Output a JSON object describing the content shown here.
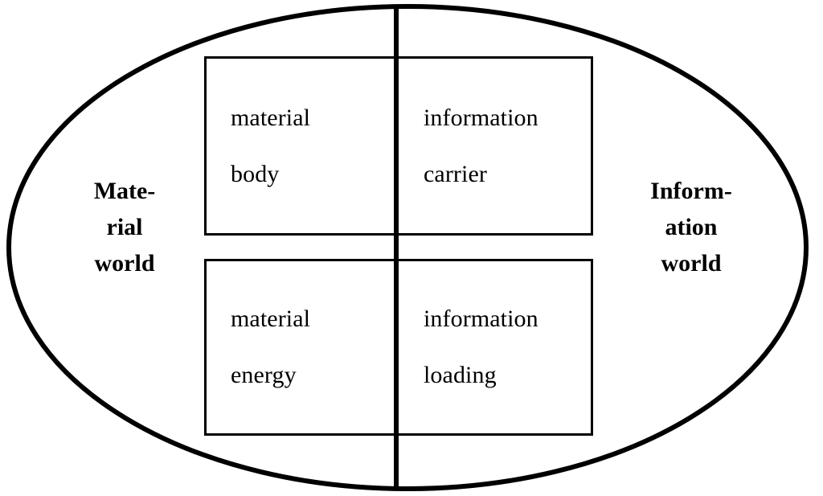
{
  "diagram": {
    "title": "Material world and Information world quadrant diagram",
    "shape": "ellipse",
    "stroke_color": "#000000",
    "background_color": "#ffffff"
  },
  "outer_labels": {
    "left": {
      "name": "Material world",
      "lines": [
        "Mate-",
        "rial",
        "world"
      ]
    },
    "right": {
      "name": "Information world",
      "lines": [
        "Inform-",
        "ation",
        "world"
      ]
    }
  },
  "boxes": {
    "upper": {
      "left_cell": {
        "line_1": "material",
        "line_2": "body"
      },
      "right_cell": {
        "line_1": "information",
        "line_2": "carrier"
      }
    },
    "lower": {
      "left_cell": {
        "line_1": "material",
        "line_2": "energy"
      },
      "right_cell": {
        "line_1": "information",
        "line_2": "loading"
      }
    }
  }
}
